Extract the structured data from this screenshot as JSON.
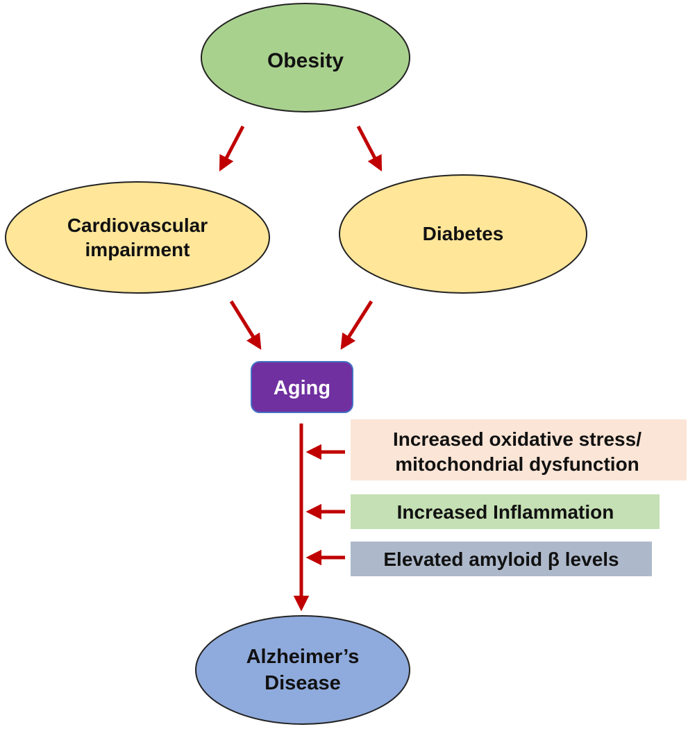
{
  "nodes": {
    "obesity": {
      "label": "Obesity",
      "color": "#a9d18e"
    },
    "cardio": {
      "label_lines": [
        "Cardiovascular",
        "impairment"
      ],
      "color": "#ffe699"
    },
    "diabetes": {
      "label": "Diabetes",
      "color": "#ffe699"
    },
    "aging": {
      "label": "Aging",
      "color": "#7030a0",
      "text_color": "#ffffff"
    },
    "alzheimers": {
      "label_lines": [
        "Alzheimer’s",
        "Disease"
      ],
      "color": "#8faadc"
    }
  },
  "factors": [
    {
      "label_lines": [
        "Increased oxidative stress/",
        "mitochondrial dysfunction"
      ],
      "color": "#fbe5d6"
    },
    {
      "label_lines": [
        "Increased Inflammation"
      ],
      "color": "#c5e0b4"
    },
    {
      "label_lines": [
        "Elevated amyloid β levels"
      ],
      "color": "#adb9ca"
    }
  ],
  "arrow_color": "#c00000"
}
